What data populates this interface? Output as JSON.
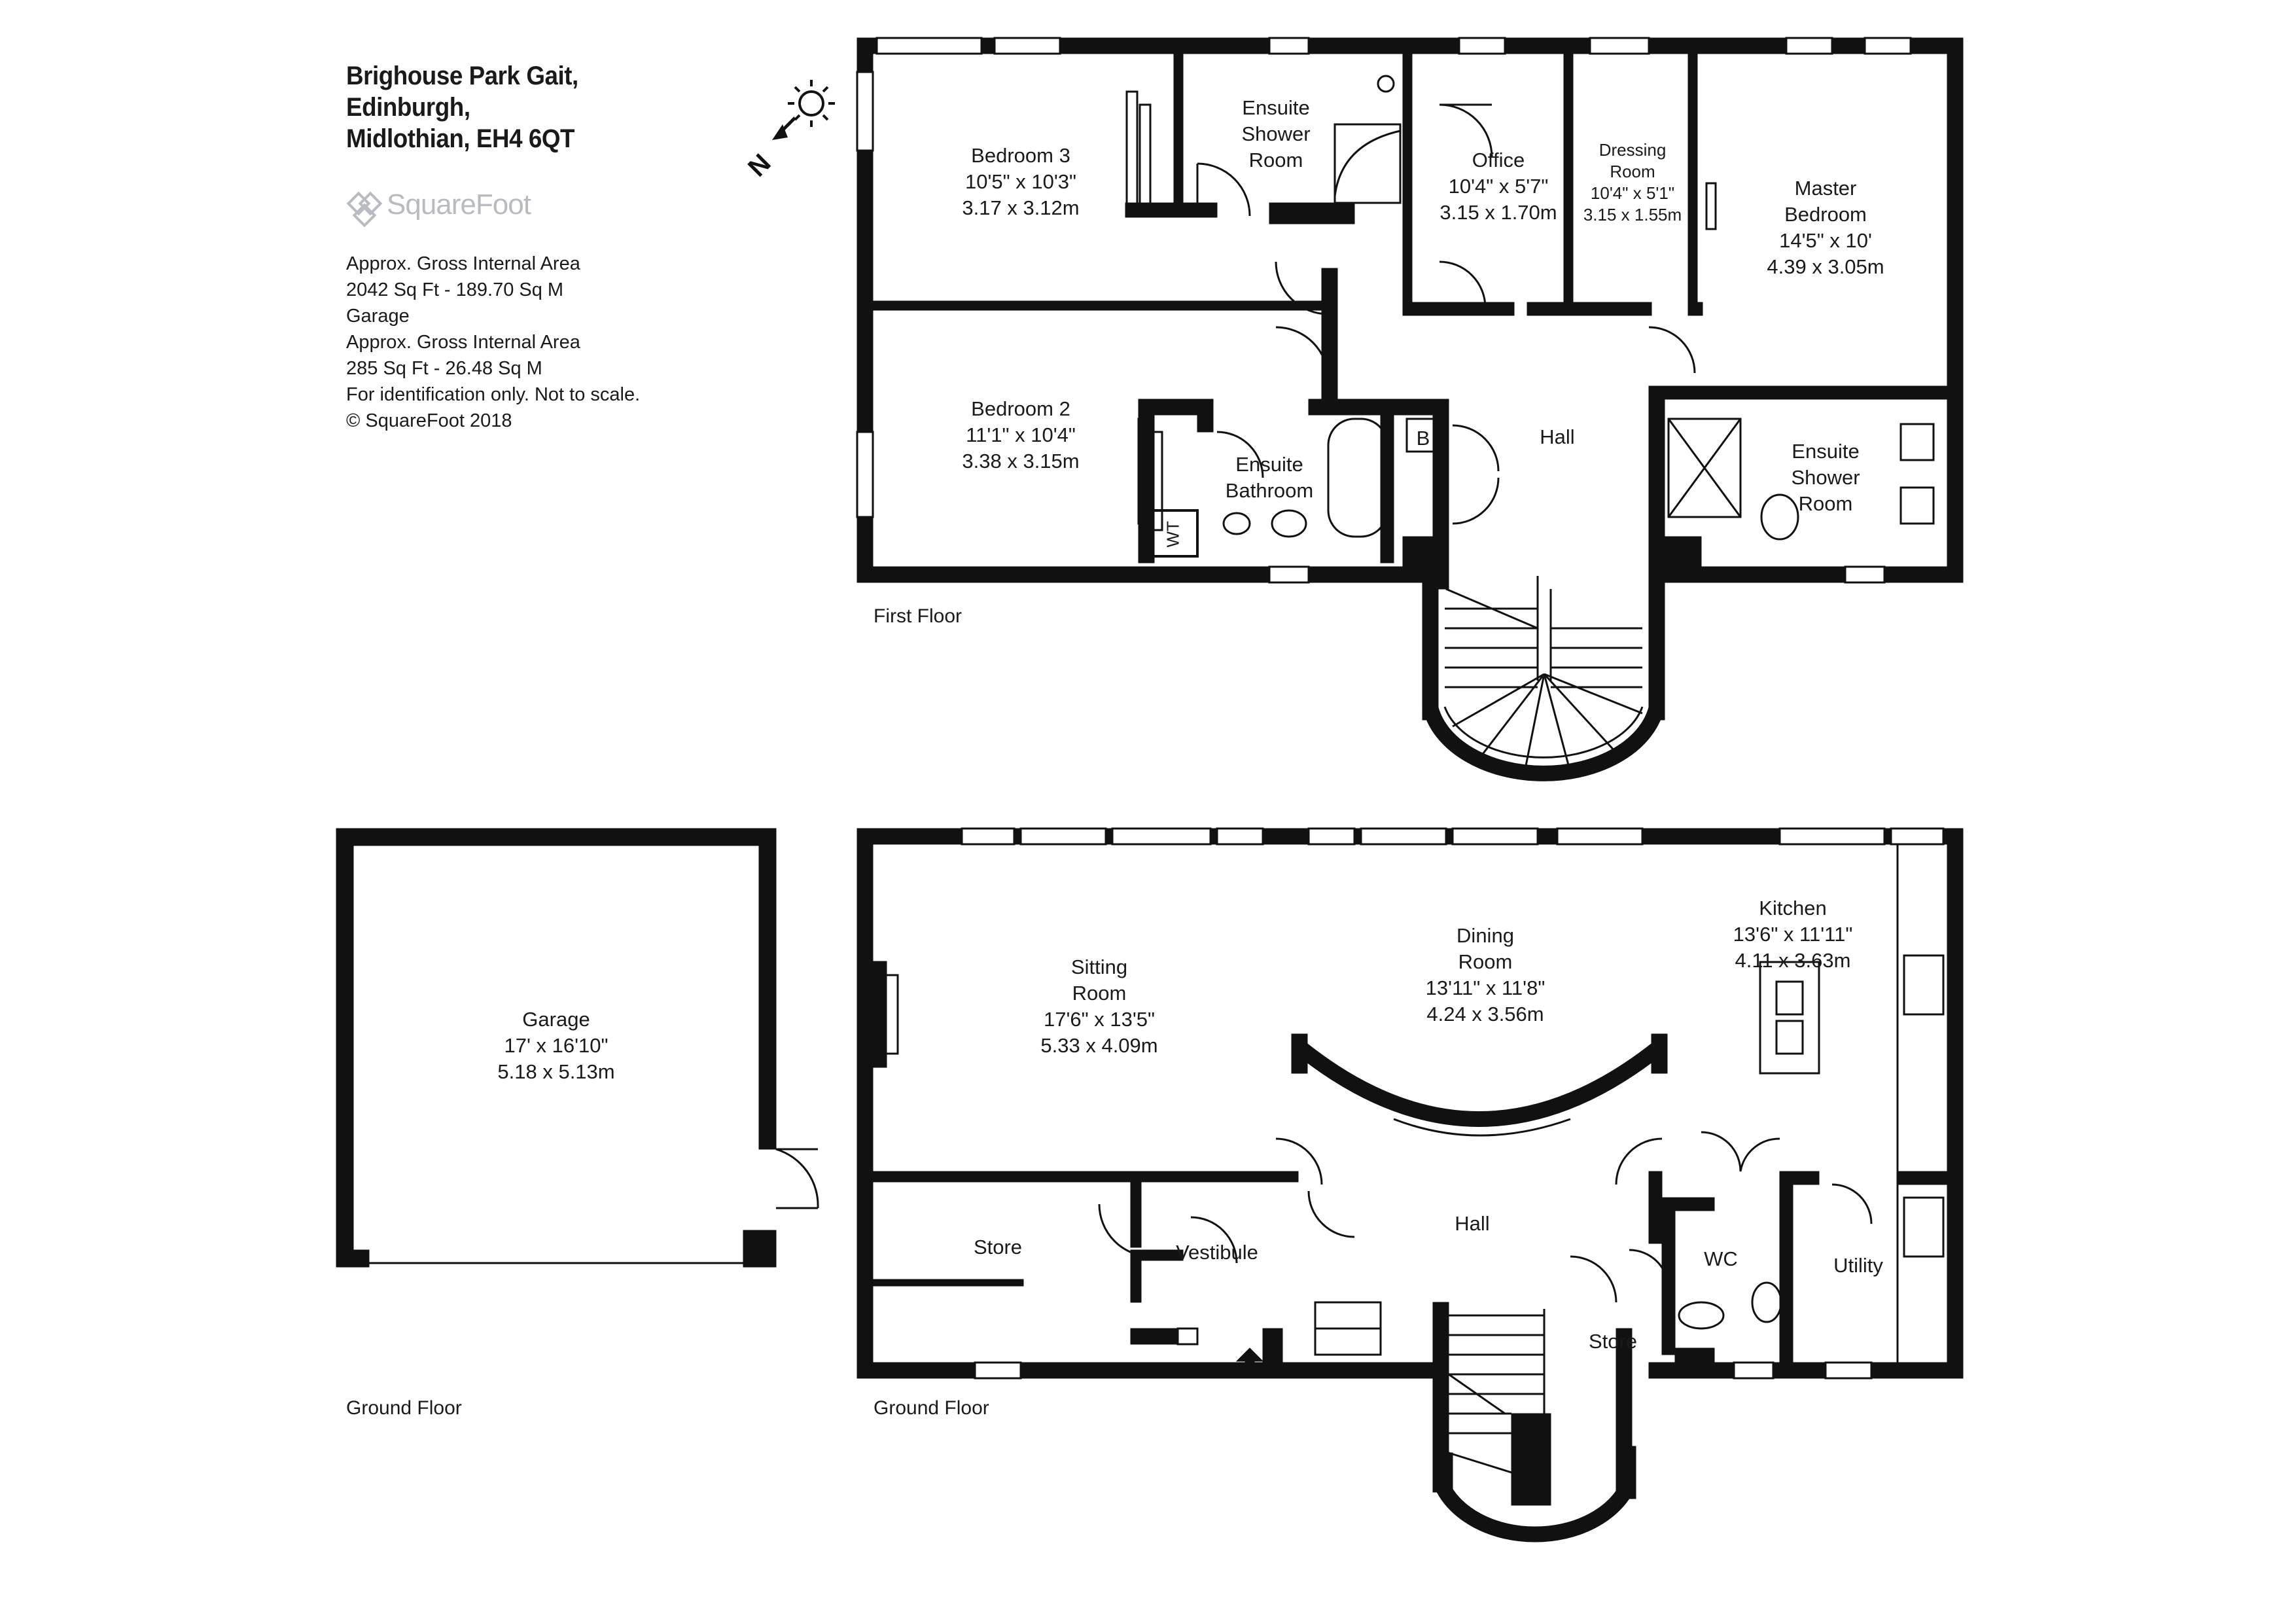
{
  "address": {
    "line1": "Brighouse Park Gait,",
    "line2": "Edinburgh,",
    "line3": "Midlothian, EH4 6QT"
  },
  "brand": {
    "name": "SquareFoot",
    "logo_icon": "squarefoot-logo-icon"
  },
  "area_info": {
    "l1": "Approx. Gross Internal Area",
    "l2": "2042 Sq Ft  -  189.70 Sq M",
    "l3": "Garage",
    "l4": "Approx. Gross Internal Area",
    "l5": "285 Sq Ft  -  26.48 Sq M",
    "l6": "For identification only. Not to scale.",
    "l7": "© SquareFoot 2018"
  },
  "compass": {
    "icon": "sun-icon",
    "north_letter": "N"
  },
  "floors": {
    "first": "First Floor",
    "ground_main": "Ground Floor",
    "ground_garage": "Ground Floor"
  },
  "rooms_first": {
    "bedroom3": {
      "name": "Bedroom 3",
      "imperial": "10'5\" x 10'3\"",
      "metric": "3.17 x 3.12m"
    },
    "ensuite_shower1": {
      "l1": "Ensuite",
      "l2": "Shower",
      "l3": "Room"
    },
    "office": {
      "name": "Office",
      "imperial": "10'4\" x 5'7\"",
      "metric": "3.15 x 1.70m"
    },
    "dressing": {
      "l1": "Dressing",
      "l2": "Room",
      "imperial": "10'4\" x 5'1\"",
      "metric": "3.15 x 1.55m"
    },
    "master": {
      "l1": "Master",
      "l2": "Bedroom",
      "imperial": "14'5\" x 10'",
      "metric": "4.39 x 3.05m"
    },
    "bedroom2": {
      "name": "Bedroom 2",
      "imperial": "11'1\" x 10'4\"",
      "metric": "3.38 x 3.15m"
    },
    "ensuite_bath": {
      "l1": "Ensuite",
      "l2": "Bathroom"
    },
    "boiler": "B",
    "hall": "Hall",
    "ensuite_shower2": {
      "l1": "Ensuite",
      "l2": "Shower",
      "l3": "Room"
    },
    "wt": "WT"
  },
  "rooms_ground": {
    "sitting": {
      "l1": "Sitting",
      "l2": "Room",
      "imperial": "17'6\" x 13'5\"",
      "metric": "5.33 x 4.09m"
    },
    "dining": {
      "l1": "Dining",
      "l2": "Room",
      "imperial": "13'11\" x 11'8\"",
      "metric": "4.24 x 3.56m"
    },
    "kitchen": {
      "name": "Kitchen",
      "imperial": "13'6\" x 11'11\"",
      "metric": "4.11 x 3.63m"
    },
    "store1": "Store",
    "vestibule": "Vestibule",
    "hall": "Hall",
    "wc": "WC",
    "utility": "Utility",
    "store2": "Store"
  },
  "garage": {
    "name": "Garage",
    "imperial": "17' x 16'10\"",
    "metric": "5.18 x 5.13m"
  },
  "colors": {
    "wall": "#111111",
    "window": "#ffffff",
    "text": "#1a1a1a",
    "logo": "#b8bcc2"
  }
}
